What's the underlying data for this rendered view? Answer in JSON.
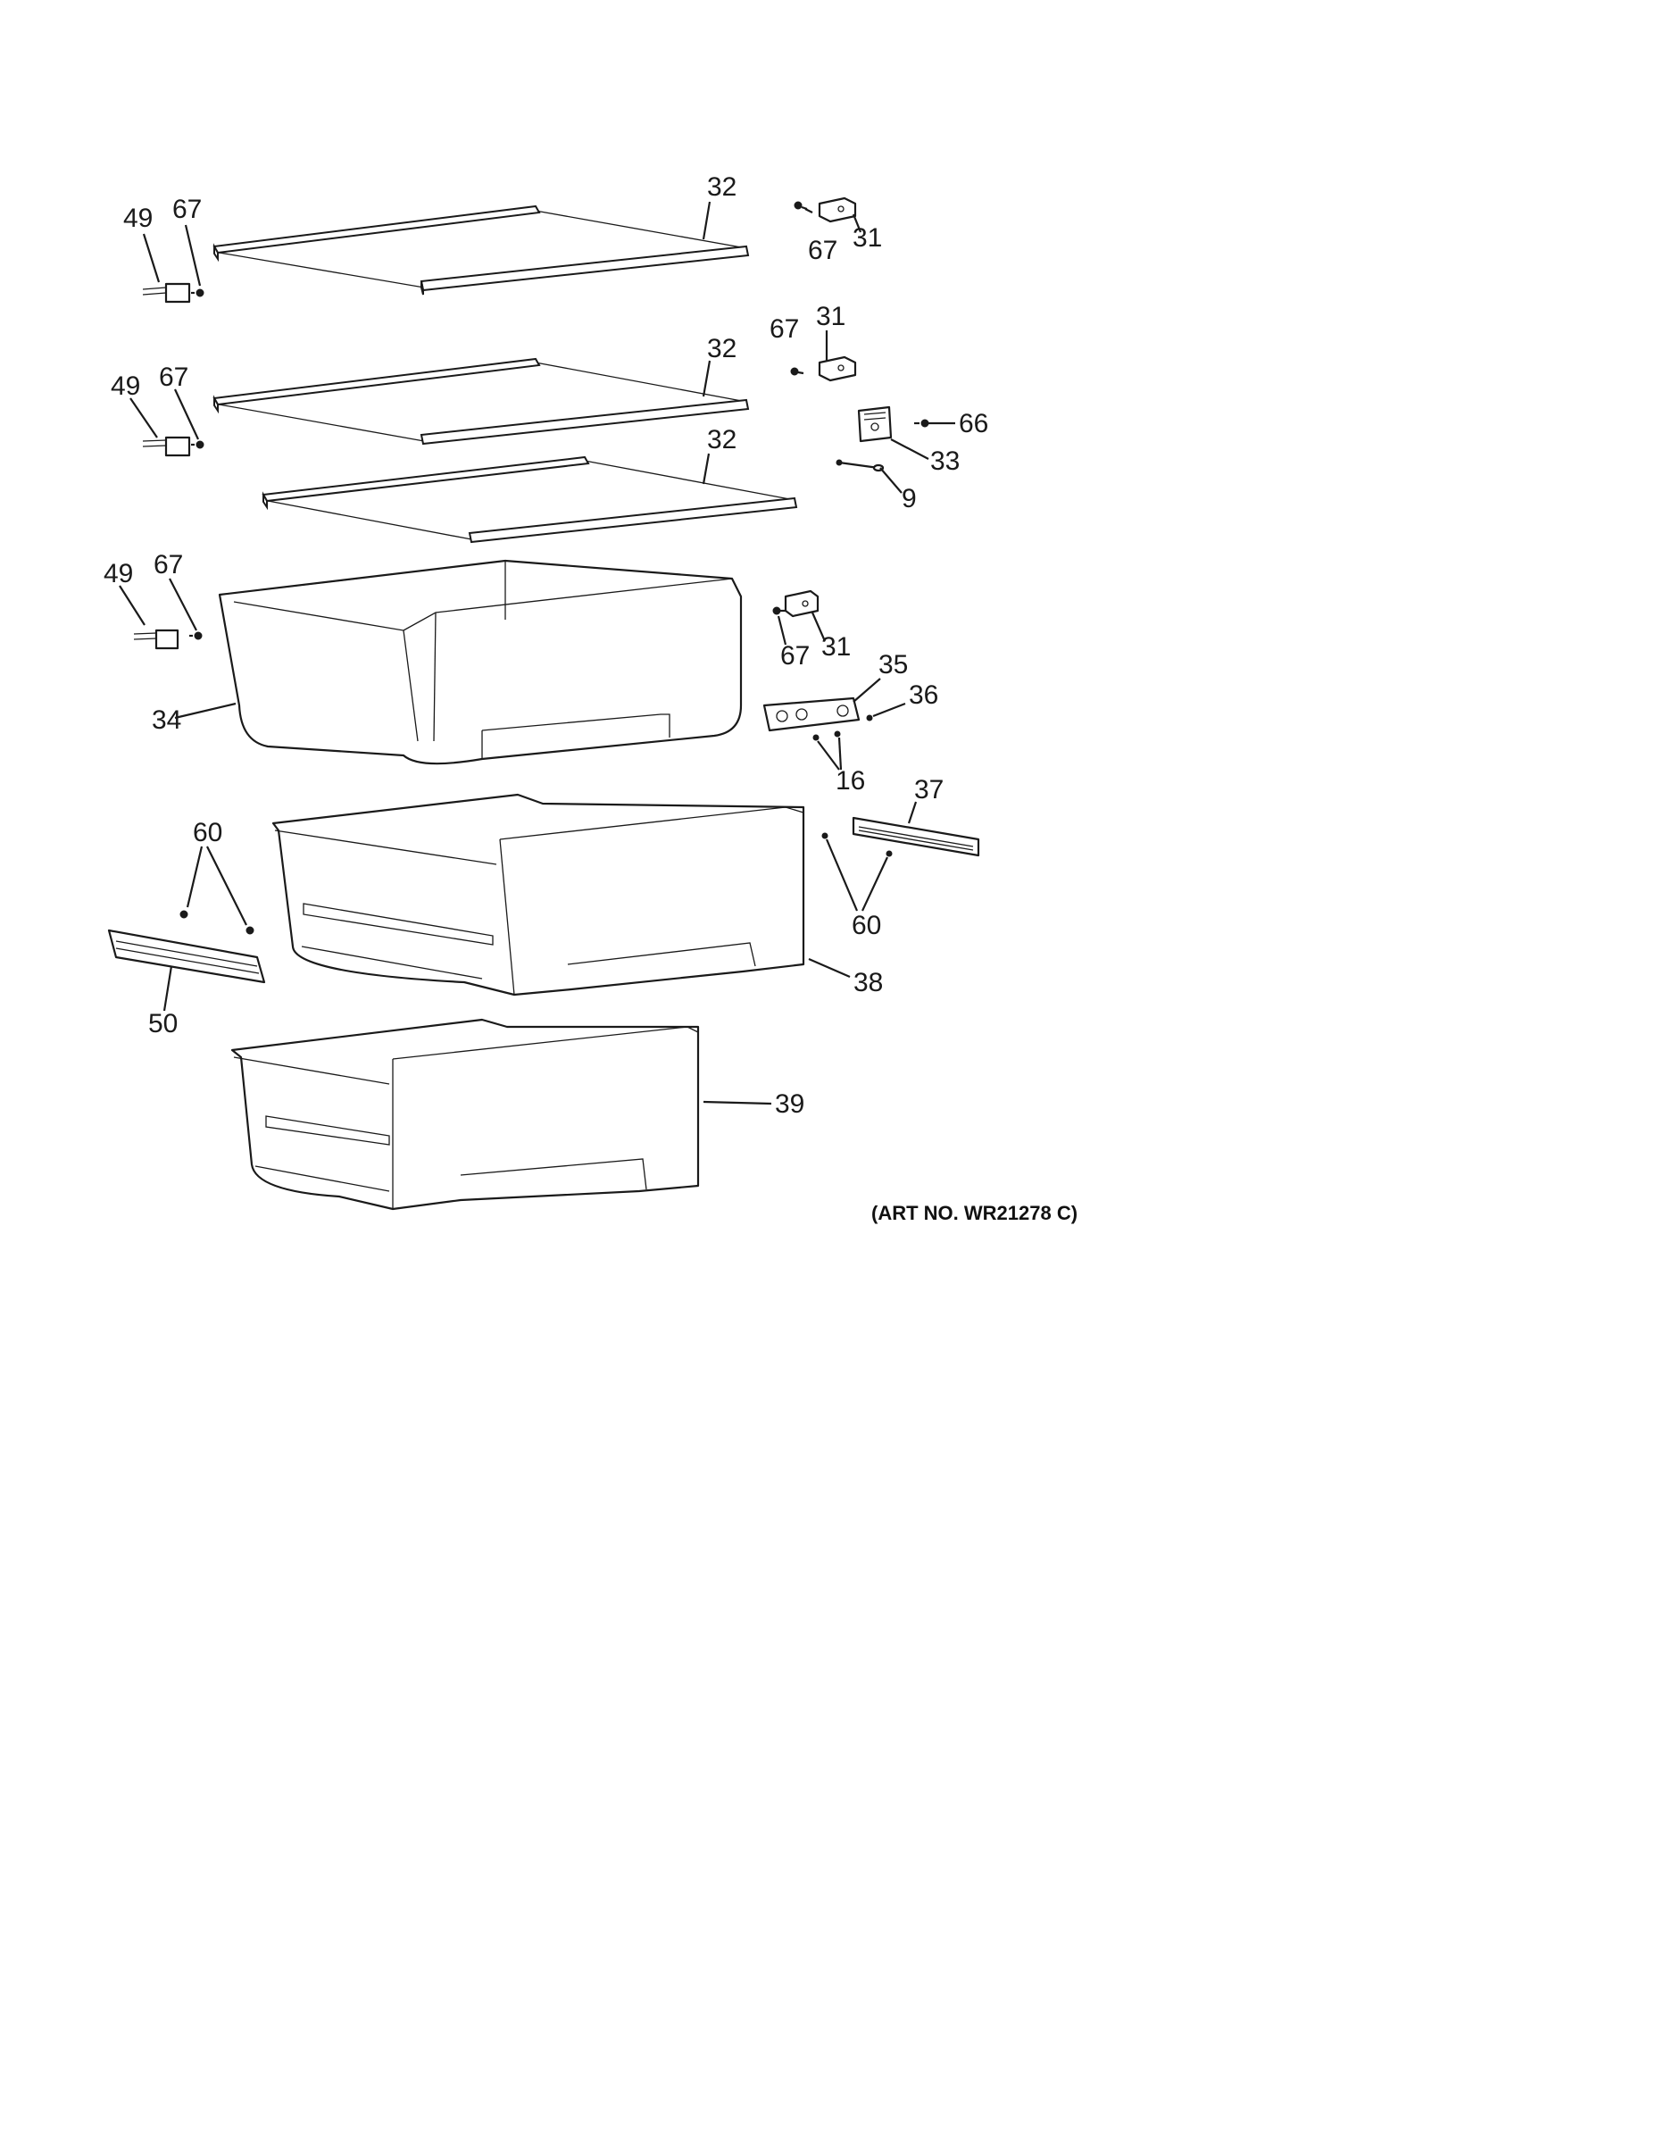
{
  "art_number": "(ART NO. WR21278 C)",
  "callouts": {
    "shelf_top": "32",
    "shelf_middle": "32",
    "shelf_lower": "32",
    "cap_left_top": "49",
    "screw_left_top": "67",
    "cap_left_middle": "49",
    "screw_left_middle": "67",
    "cap_left_lower": "49",
    "screw_left_lower": "67",
    "support_right_top": "31",
    "screw_right_top": "67",
    "support_right_middle": "31",
    "screw_right_middle": "67",
    "support_right_lower": "31",
    "screw_right_lower": "67",
    "bracket": "33",
    "bracket_screw": "66",
    "pin": "9",
    "pan_upper": "34",
    "slide_assembly": "35",
    "slide_screw": "36",
    "slide_screws": "16",
    "rail_right": "37",
    "rail_screws_right": "60",
    "rail_screws_left": "60",
    "rail_left": "50",
    "drawer_middle": "38",
    "drawer_bottom": "39"
  }
}
